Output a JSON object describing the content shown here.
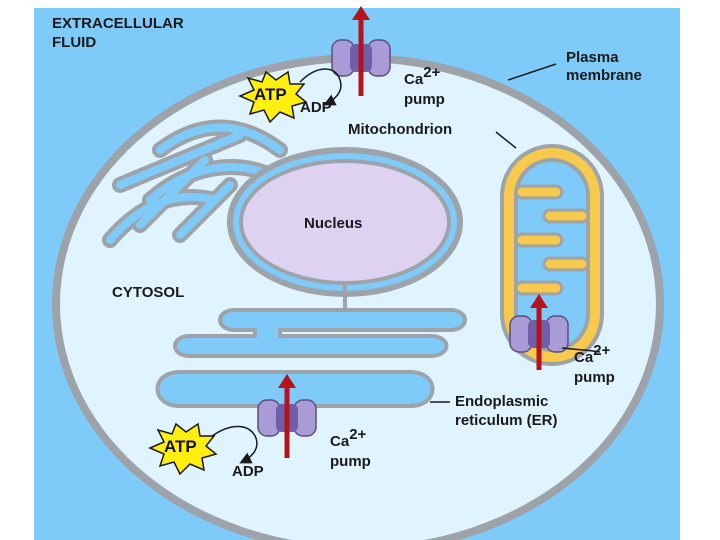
{
  "labels": {
    "extracellular_line1": "EXTRACELLULAR",
    "extracellular_line2": "FLUID",
    "plasma_line1": "Plasma",
    "plasma_line2": "membrane",
    "mitochondrion": "Mitochondrion",
    "nucleus": "Nucleus",
    "cytosol": "CYTOSOL",
    "er_line1": "Endoplasmic",
    "er_line2": "reticulum (ER)"
  },
  "pumps": {
    "top": {
      "ca": "Ca",
      "charge": "2+",
      "word": "pump",
      "atp": "ATP",
      "adp": "ADP"
    },
    "mito": {
      "ca": "Ca",
      "charge": "2+",
      "word": "pump"
    },
    "er": {
      "ca": "Ca",
      "charge": "2+",
      "word": "pump",
      "atp": "ATP",
      "adp": "ADP"
    }
  },
  "colors": {
    "extracellular": "#7ecbfa",
    "cytosol": "#dff4ff",
    "membrane": "#9da3a8",
    "er_lumen": "#7ecbfa",
    "nucleus": "#ddd2f0",
    "mito_outer": "#f7c94d",
    "pump": "#a99bd6",
    "arrow": "#b5121b",
    "atp_burst": "#ffee10"
  }
}
